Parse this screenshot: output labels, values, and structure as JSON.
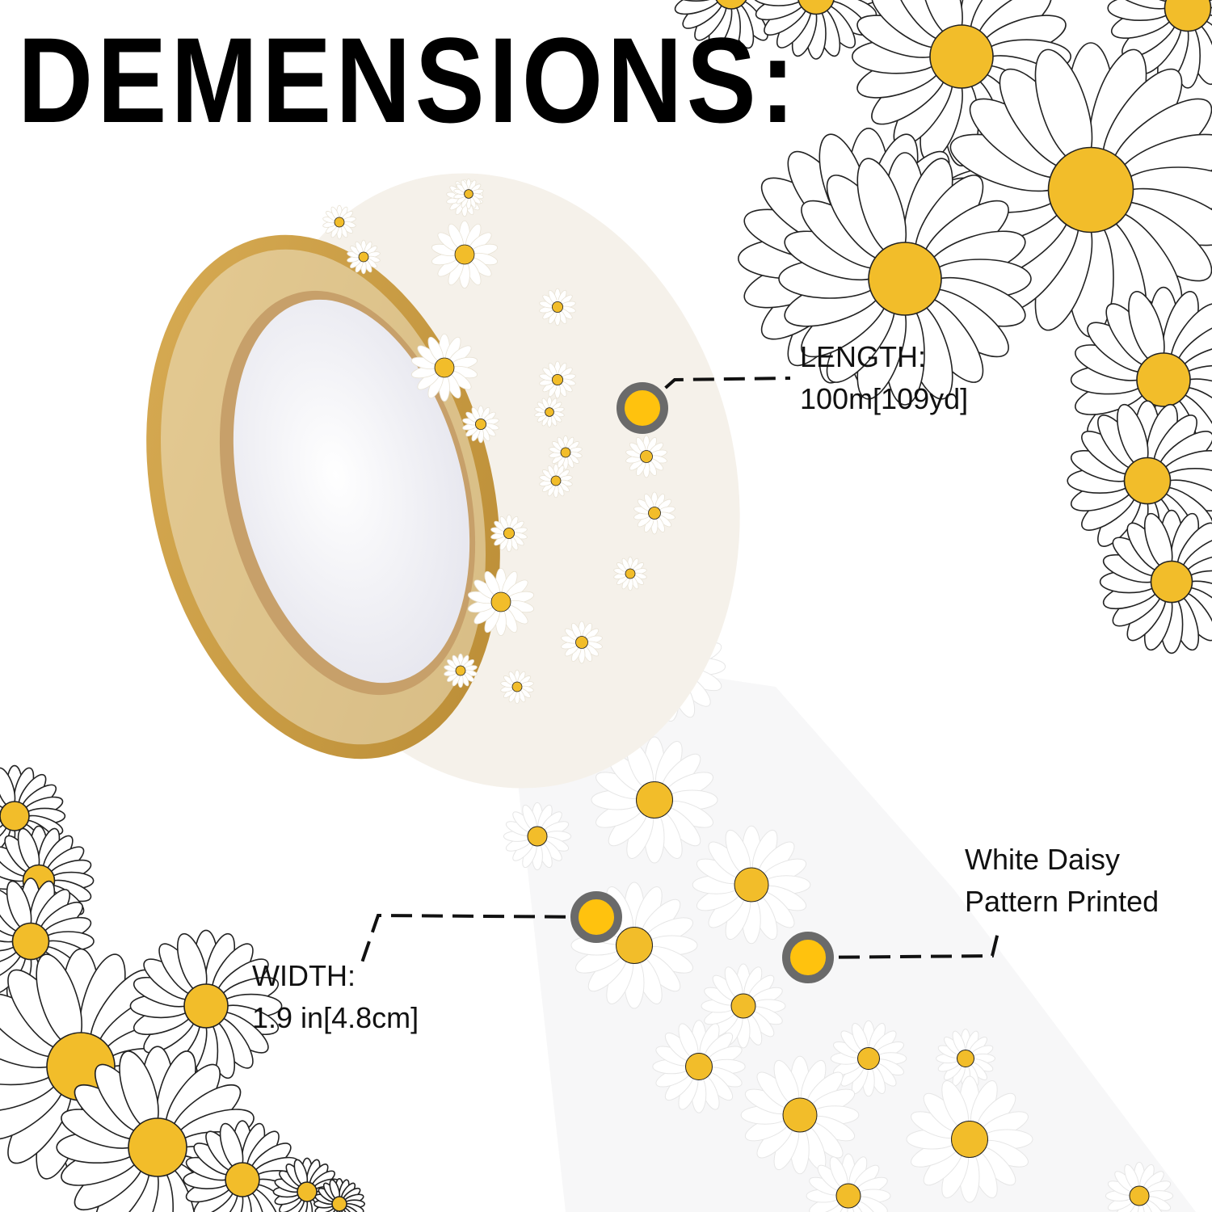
{
  "title": "DEMENSIONS:",
  "callouts": {
    "length": {
      "label": "LENGTH:",
      "value": "100m[109yd]"
    },
    "width": {
      "label": "WIDTH:",
      "value": "1.9 in[4.8cm]"
    },
    "pattern": {
      "line1": "White Daisy",
      "line2": "Pattern Printed"
    }
  },
  "colors": {
    "daisy_center": "#f2bd2a",
    "tape_edge": "#c99a3c",
    "callout_dot": "#ffc20e",
    "callout_ring": "#6a6a6a"
  }
}
